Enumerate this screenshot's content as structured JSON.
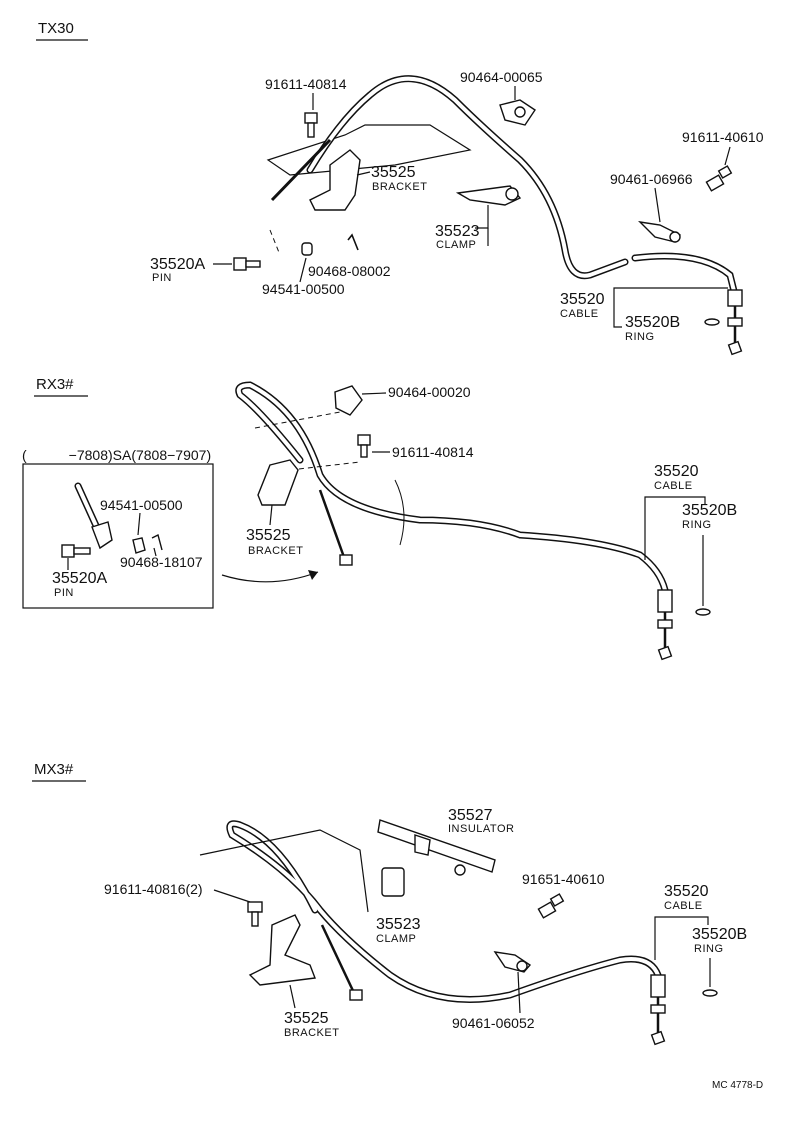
{
  "sections": {
    "tx30": "TX30",
    "rx3": "RX3#",
    "mx3": "MX3#"
  },
  "tx30": {
    "p91611_40814": "91611-40814",
    "p90464_00065": "90464-00065",
    "p91611_40610": "91611-40610",
    "p90461_06966": "90461-06966",
    "p35525": "35525",
    "bracket": "BRACKET",
    "p35523": "35523",
    "clamp": "CLAMP",
    "p35520A": "35520A",
    "pin": "PIN",
    "p90468_08002": "90468-08002",
    "p94541_00500": "94541-00500",
    "p35520": "35520",
    "cable": "CABLE",
    "p35520B": "35520B",
    "ring": "RING"
  },
  "rx3": {
    "p90464_00020": "90464-00020",
    "p91611_40814": "91611-40814",
    "range_label": "(　　　−7808)SA(7808−7907)",
    "p94541_00500": "94541-00500",
    "p90468_18107": "90468-18107",
    "p35520A": "35520A",
    "pin": "PIN",
    "p35525": "35525",
    "bracket": "BRACKET",
    "p35520": "35520",
    "cable": "CABLE",
    "p35520B": "35520B",
    "ring": "RING"
  },
  "mx3": {
    "p35527": "35527",
    "insulator": "INSULATOR",
    "p91611_40816": "91611-40816(2)",
    "p91651_40610": "91651-40610",
    "p35520": "35520",
    "cable": "CABLE",
    "p35520B": "35520B",
    "ring": "RING",
    "p35523": "35523",
    "clamp": "CLAMP",
    "p35525": "35525",
    "bracket": "BRACKET",
    "p90461_06052": "90461-06052"
  },
  "footer": {
    "code": "MC 4778-D"
  }
}
